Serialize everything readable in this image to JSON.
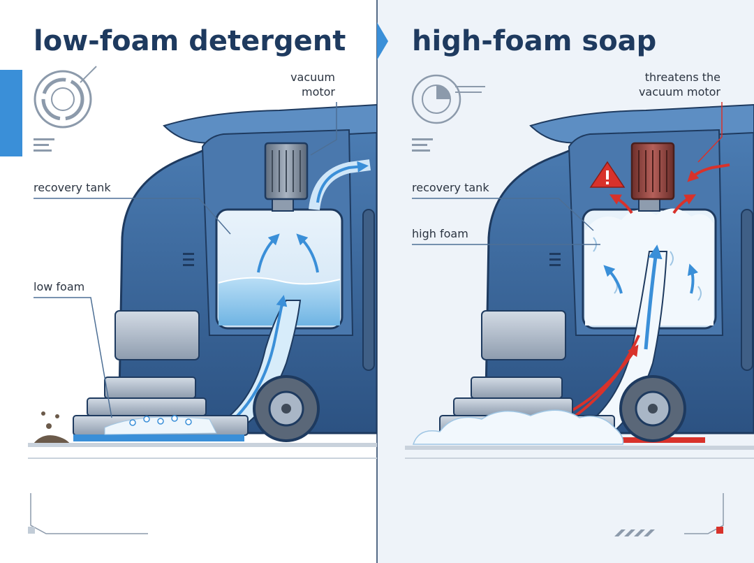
{
  "colors": {
    "title": "#1e3a5f",
    "accent_blue": "#3a8fd8",
    "machine_blue": "#3d6ea5",
    "machine_dark": "#2c5282",
    "steel": "#a9b6c6",
    "water": "#9fd0f0",
    "foam": "#eef6fc",
    "warning_red": "#d8322b",
    "motor_rust": "#9c4a45"
  },
  "left_panel": {
    "title": "low-foam detergent",
    "labels": {
      "vacuum_motor_line1": "vacuum",
      "vacuum_motor_line2": "motor",
      "recovery_tank": "recovery tank",
      "low_foam": "low foam"
    }
  },
  "right_panel": {
    "title": "high-foam soap",
    "labels": {
      "threat_line1": "threatens the",
      "threat_line2": "vacuum motor",
      "recovery_tank": "recovery tank",
      "high_foam": "high foam"
    }
  },
  "icons": {
    "divider_arrow": "chevron-right-icon",
    "left_gauge": "circular-gauge-icon",
    "right_gauge": "pie-gauge-icon",
    "warning": "warning-triangle-icon"
  }
}
